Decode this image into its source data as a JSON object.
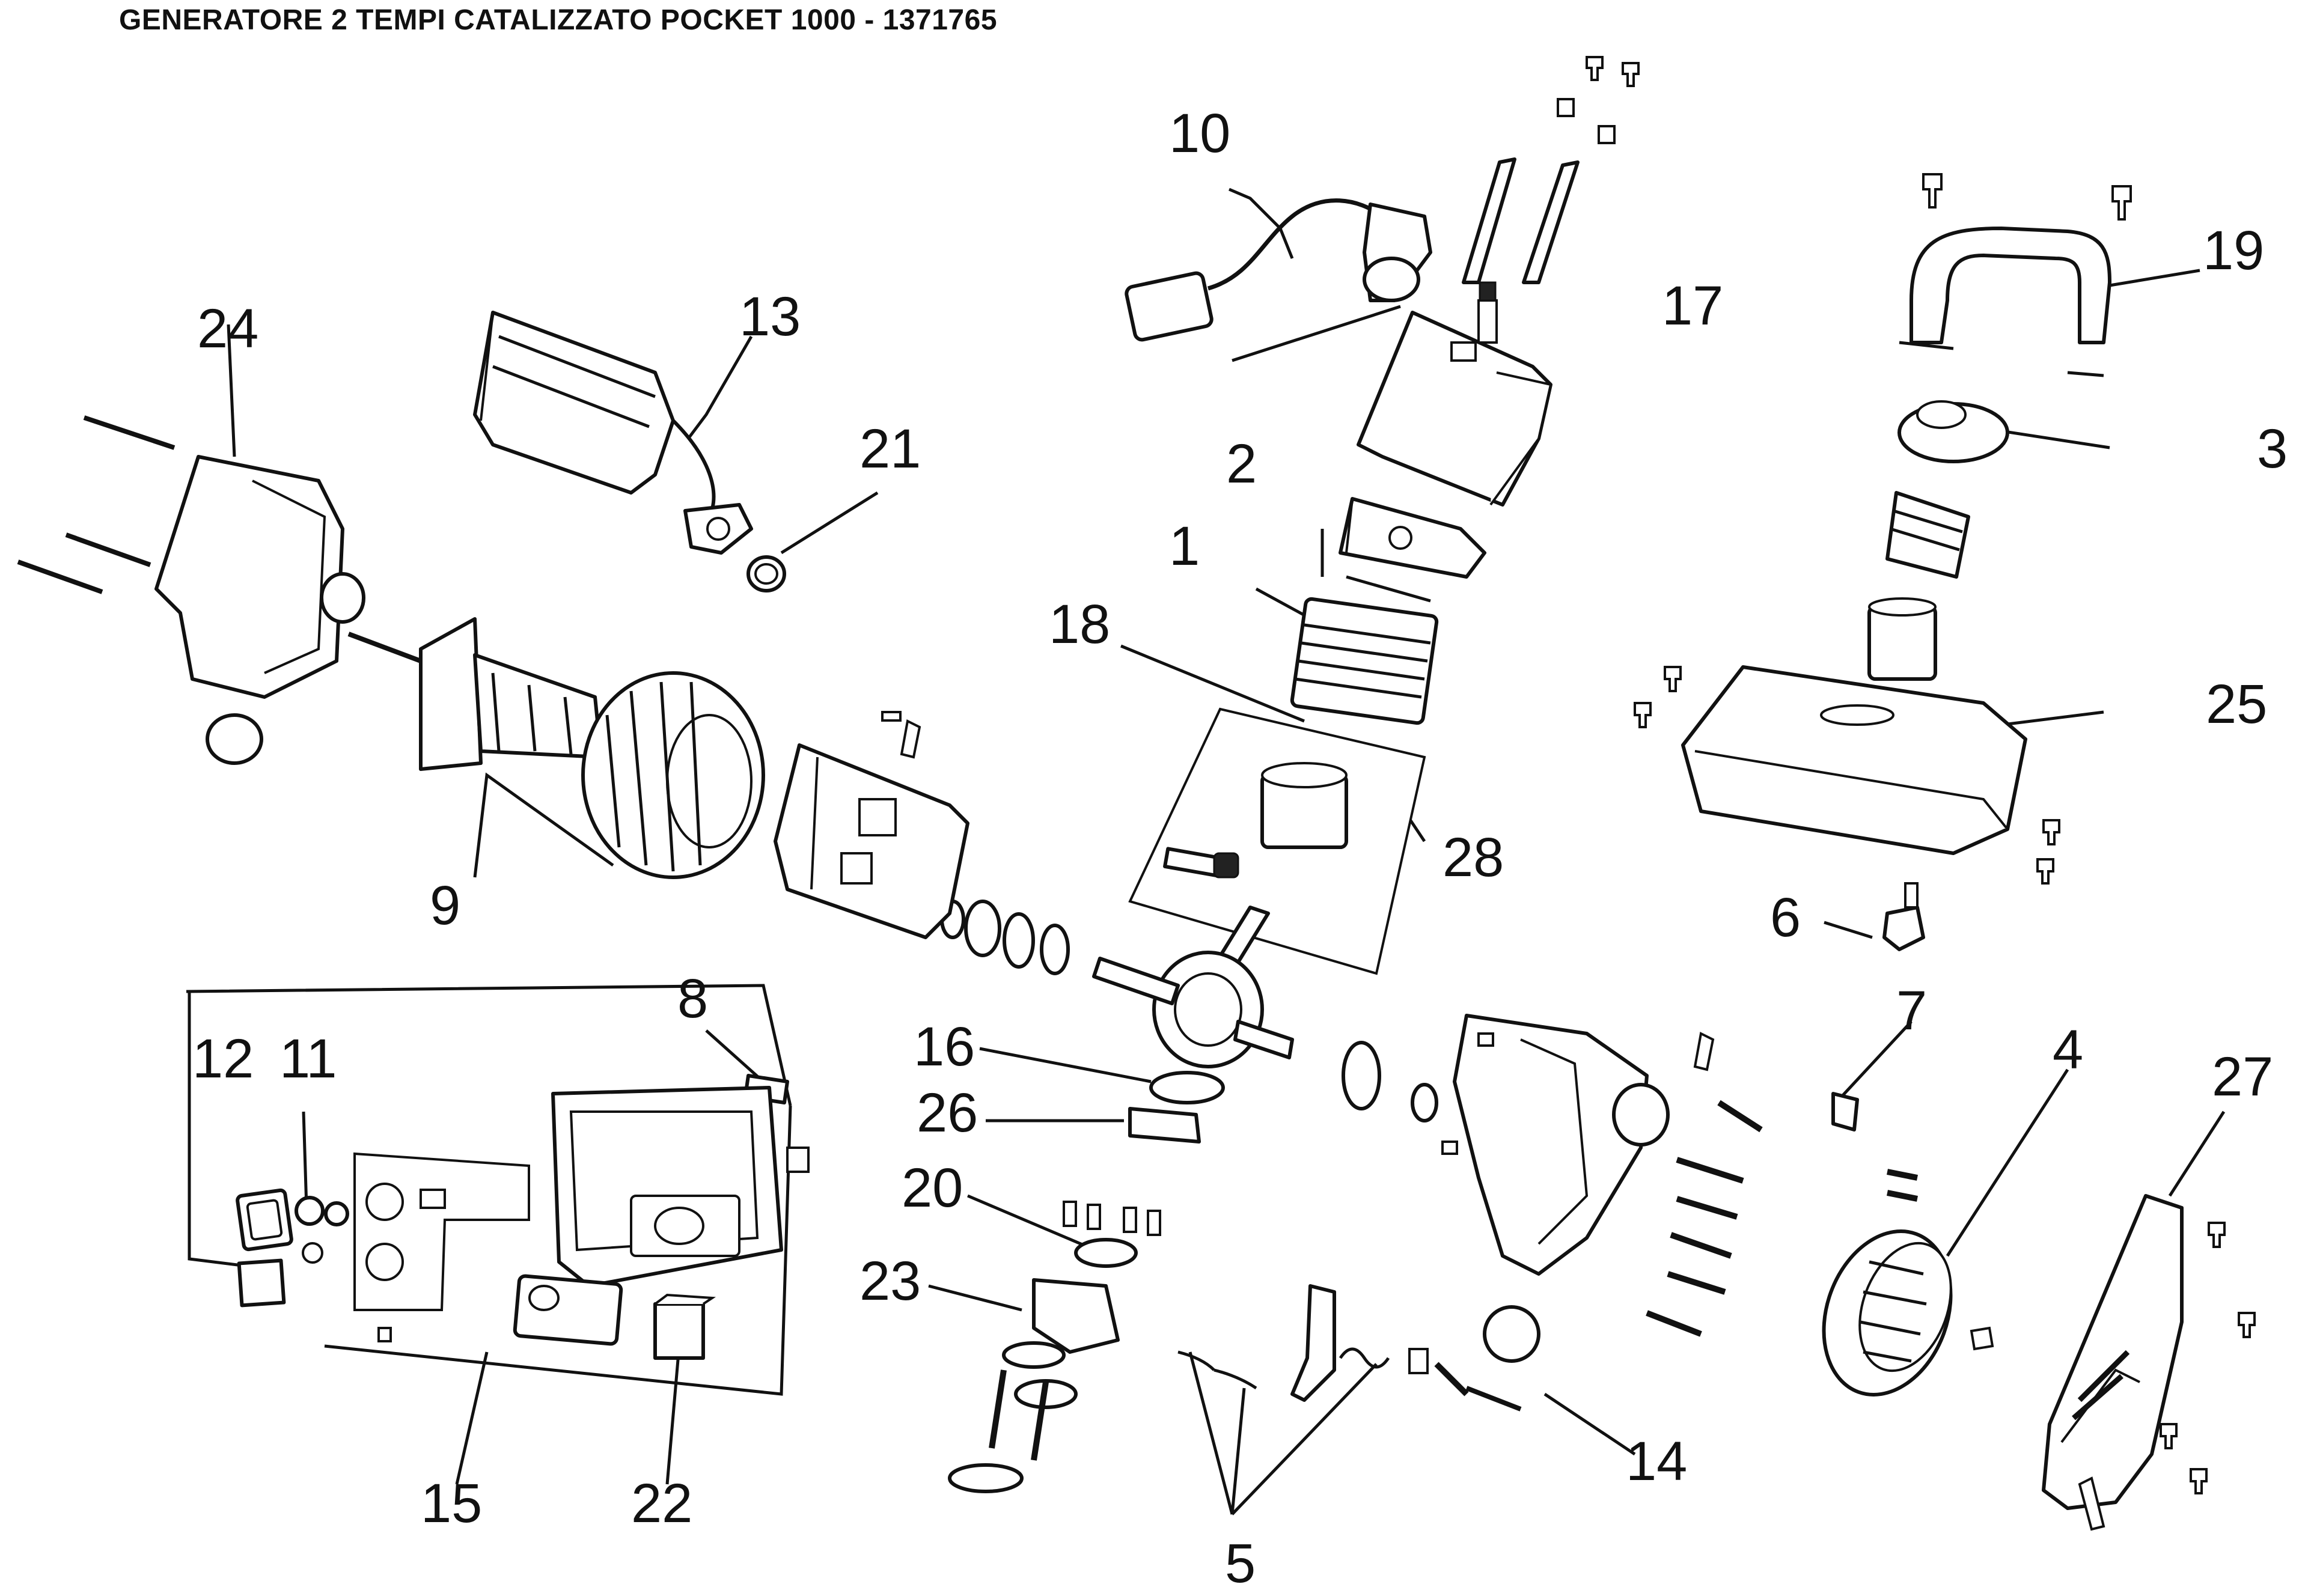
{
  "title": "GENERATORE 2 TEMPI CATALIZZATO POCKET 1000 - 1371765",
  "parts": [
    {
      "label": "1"
    },
    {
      "label": "2"
    },
    {
      "label": "3"
    },
    {
      "label": "4"
    },
    {
      "label": "5"
    },
    {
      "label": "6"
    },
    {
      "label": "7"
    },
    {
      "label": "8"
    },
    {
      "label": "9"
    },
    {
      "label": "10"
    },
    {
      "label": "11"
    },
    {
      "label": "12"
    },
    {
      "label": "13"
    },
    {
      "label": "14"
    },
    {
      "label": "15"
    },
    {
      "label": "16"
    },
    {
      "label": "17"
    },
    {
      "label": "18"
    },
    {
      "label": "19"
    },
    {
      "label": "20"
    },
    {
      "label": "21"
    },
    {
      "label": "22"
    },
    {
      "label": "23"
    },
    {
      "label": "24"
    },
    {
      "label": "25"
    },
    {
      "label": "26"
    },
    {
      "label": "27"
    },
    {
      "label": "28"
    }
  ]
}
